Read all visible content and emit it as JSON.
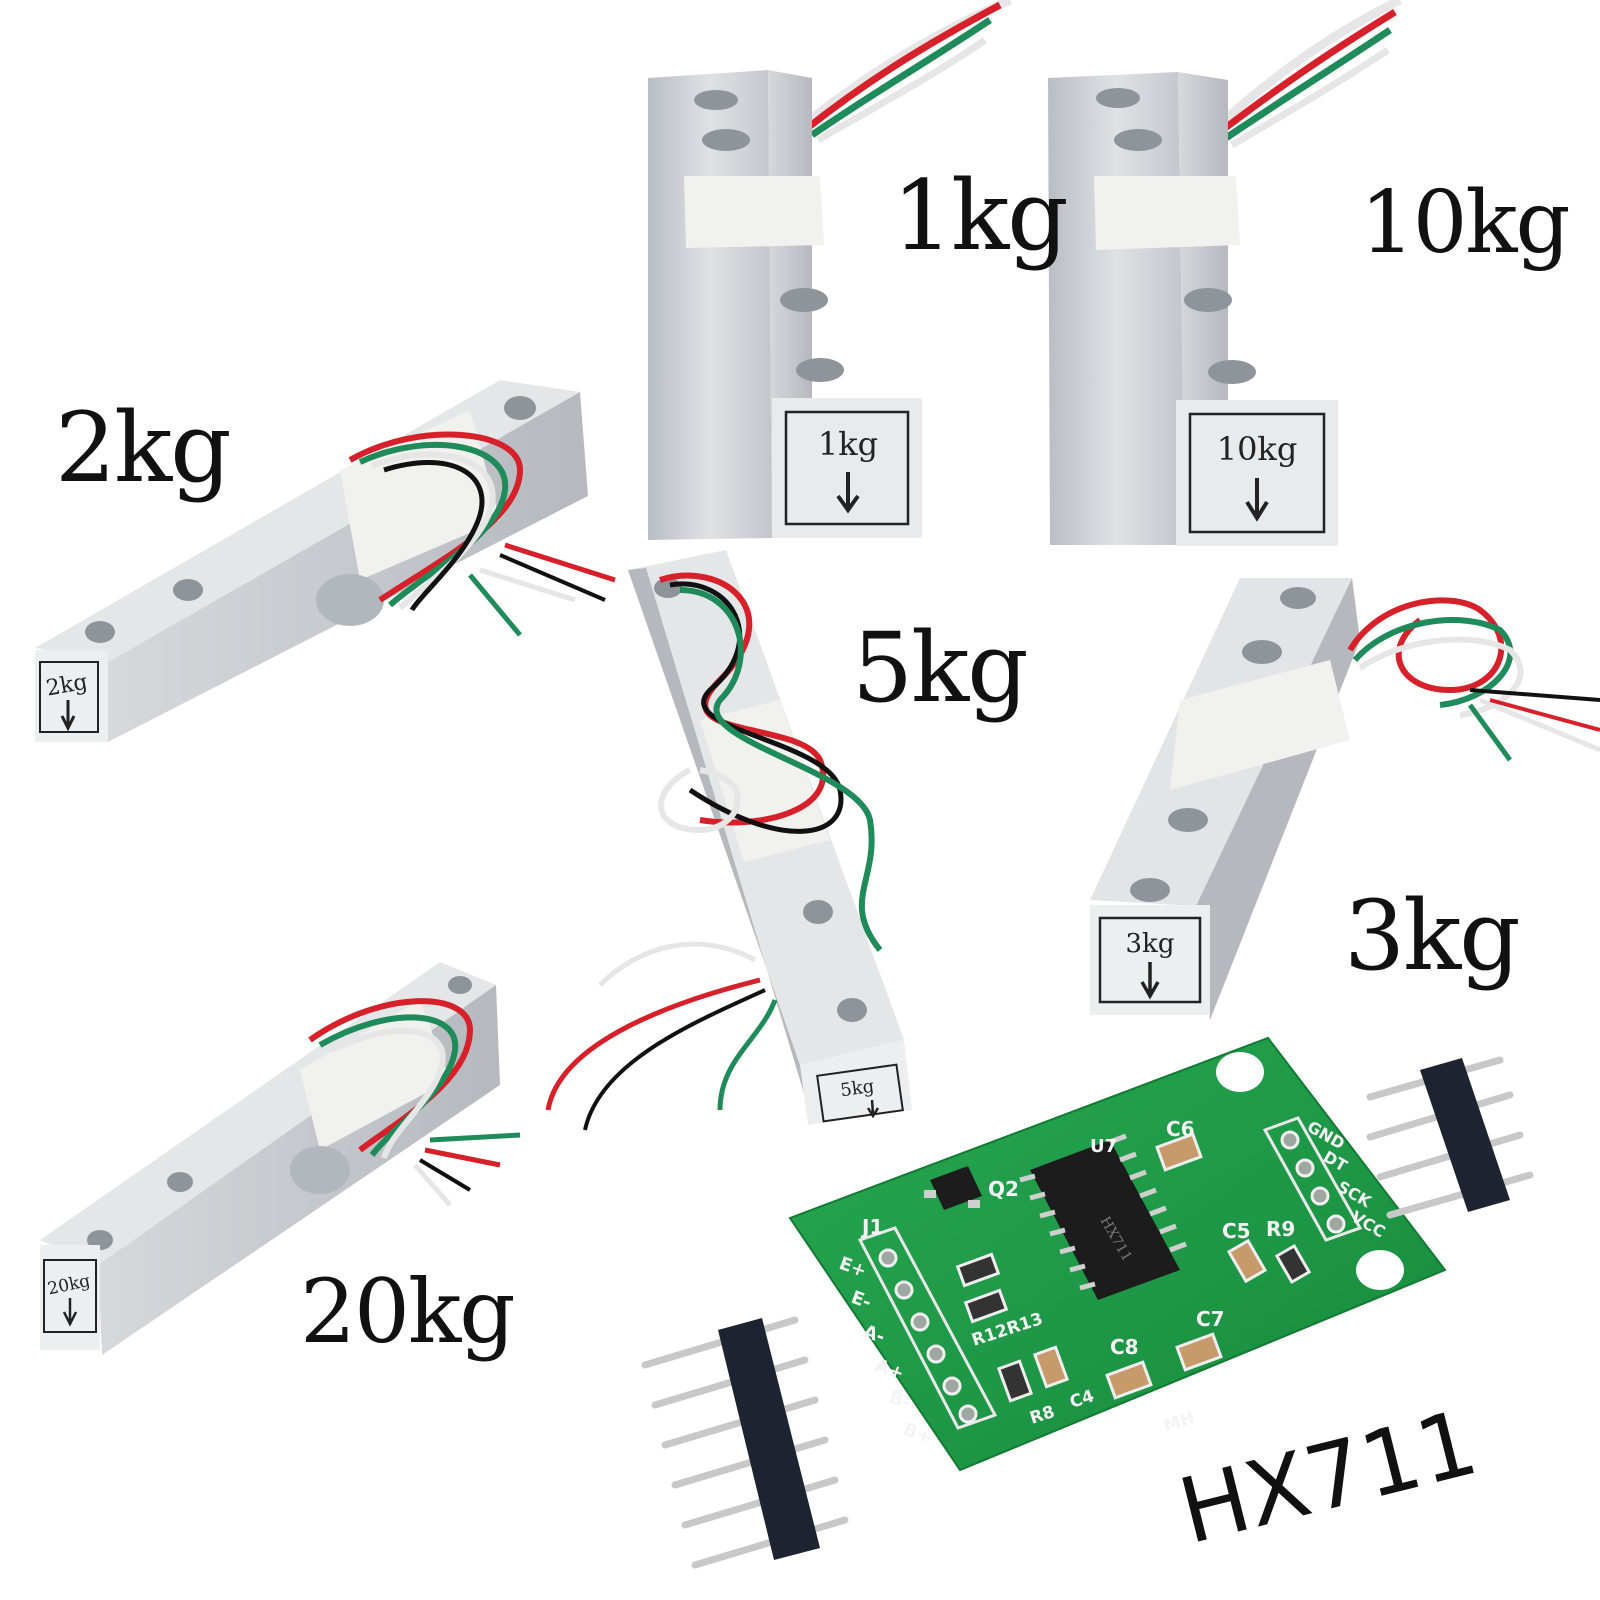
{
  "labels": {
    "l1kg": "1kg",
    "l10kg": "10kg",
    "l2kg": "2kg",
    "l5kg": "5kg",
    "l3kg": "3kg",
    "l20kg": "20kg",
    "hx711": "HX711"
  },
  "stamps": {
    "s1kg": "1kg",
    "s10kg": "10kg",
    "s2kg": "2kg",
    "s5kg": "5kg",
    "s3kg": "3kg",
    "s20kg": "20kg"
  },
  "board": {
    "pins_left": [
      "E+",
      "E-",
      "A-",
      "A+",
      "B-",
      "B+"
    ],
    "pins_right": [
      "GND",
      "DT",
      "SCK",
      "VCC"
    ],
    "j1": "J1",
    "c6": "C6",
    "q2": "Q2",
    "u7": "U7",
    "c5": "C5",
    "r9": "R9",
    "r12r13": "R12R13",
    "c8": "C8",
    "c7": "C7",
    "r8": "R8",
    "c4": "C4",
    "mh": "MH",
    "chip": "HX711"
  },
  "colors": {
    "aluminum": "#cfd2d6",
    "aluminum_dark": "#a9aeb4",
    "pcb_green": "#1f9a4a",
    "wire_red": "#d6202a",
    "wire_green": "#1f8a5a",
    "wire_black": "#111111",
    "wire_white": "#e8e8e8",
    "header_black": "#1d2330",
    "pin_silver": "#c8c8c8"
  }
}
